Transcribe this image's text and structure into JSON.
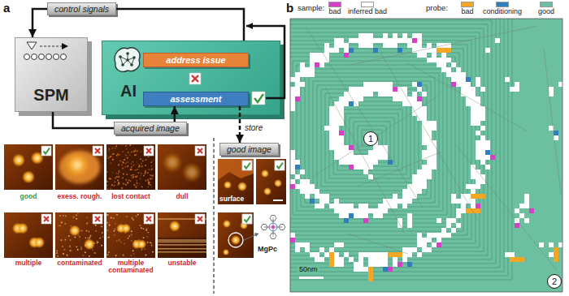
{
  "diagram": {
    "nodes": [
      {
        "text": [
          "control signals"
        ]
      },
      {
        "text": [
          "SPM"
        ]
      },
      {
        "text": [
          "AI"
        ]
      },
      {
        "text": [
          "address issue"
        ],
        "in": 2
      },
      {
        "text": [
          "assessment"
        ],
        "in": 2
      },
      {
        "text": [
          "acquired image"
        ]
      },
      {
        "text": [
          "good image"
        ]
      }
    ],
    "edges": [
      {
        "from": 0,
        "to": 1,
        "arrow": "to"
      },
      {
        "from": 1,
        "to": 5,
        "arrow": "none"
      },
      {
        "from": 5,
        "to": 4,
        "arrow": "to"
      },
      {
        "from": 2,
        "to": 0,
        "arrow": "none"
      },
      {
        "from": 4,
        "to": 6,
        "label": "store",
        "arrow": "to"
      }
    ],
    "labels": [
      "a",
      "good",
      "exess. rough.",
      "lost contact",
      "dull",
      "multiple",
      "contaminated",
      "multiple contaminated",
      "unstable",
      "surface",
      "MgPc",
      "b",
      "sample:",
      "probe:",
      "1",
      "2",
      "50nm"
    ],
    "legend": [
      {
        "text": "bad",
        "color": "#d63fc9"
      },
      {
        "text": "inferred bad",
        "color": "#ffffff"
      },
      {
        "text": "bad",
        "color": "#f5a623"
      },
      {
        "text": "conditioning",
        "color": "#2f7fbf"
      },
      {
        "text": "good",
        "color": "#6cbf9f"
      }
    ]
  }
}
